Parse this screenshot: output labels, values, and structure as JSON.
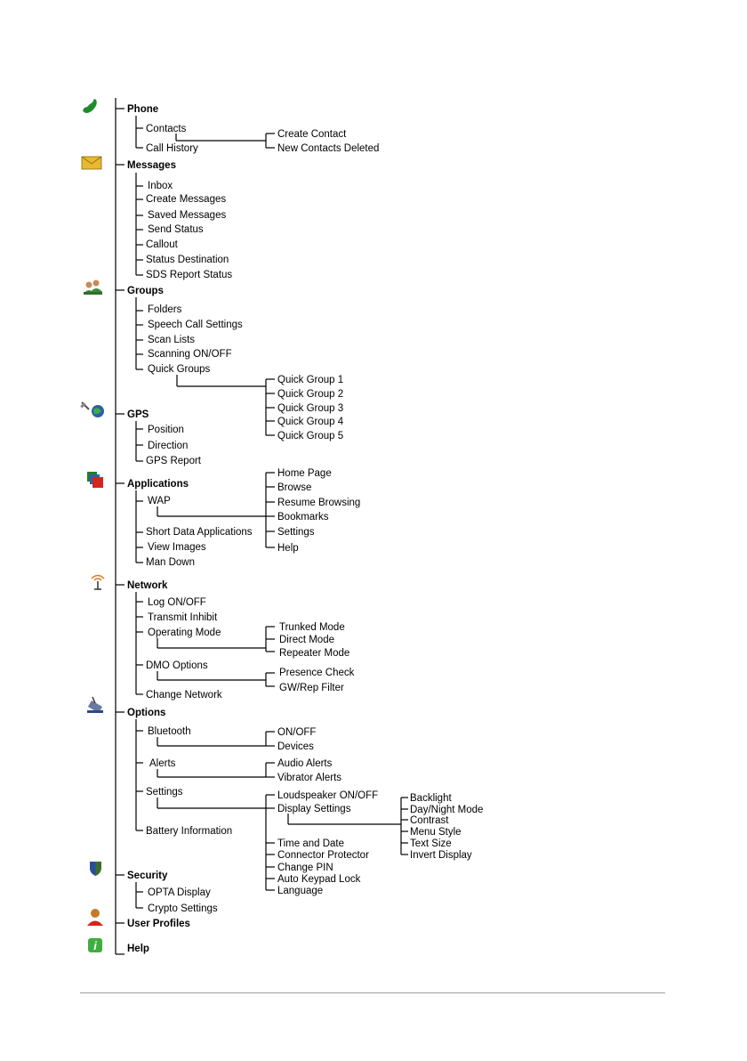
{
  "colors": {
    "phone": "#1f8a2a",
    "envelope": "#e8b92f",
    "gps": "#2a5fb0",
    "apps": "#d4241e",
    "network": "#e07a1a",
    "security": "#3a6d2a",
    "user": "#c47a2a",
    "help": "#3fae3f",
    "rule": "#a0a0a0"
  },
  "menu": [
    {
      "label": "Phone",
      "icon": "phone-icon",
      "items": [
        {
          "label": "Contacts",
          "sub": [
            "Create Contact",
            "New Contacts Deleted"
          ]
        },
        {
          "label": "Call History"
        }
      ]
    },
    {
      "label": "Messages",
      "icon": "envelope-icon",
      "items": [
        {
          "label": "Inbox"
        },
        {
          "label": "Create Messages"
        },
        {
          "label": "Saved Messages"
        },
        {
          "label": "Send Status"
        },
        {
          "label": "Callout"
        },
        {
          "label": "Status Destination"
        },
        {
          "label": "SDS Report Status"
        }
      ]
    },
    {
      "label": "Groups",
      "icon": "groups-icon",
      "items": [
        {
          "label": "Folders"
        },
        {
          "label": "Speech Call Settings"
        },
        {
          "label": "Scan Lists"
        },
        {
          "label": "Scanning ON/OFF"
        },
        {
          "label": "Quick Groups",
          "sub": [
            "Quick Group 1",
            "Quick Group 2",
            "Quick Group 3",
            "Quick Group 4",
            "Quick Group 5"
          ]
        }
      ]
    },
    {
      "label": "GPS",
      "icon": "gps-satellite-icon",
      "items": [
        {
          "label": "Position"
        },
        {
          "label": "Direction"
        },
        {
          "label": "GPS Report"
        }
      ]
    },
    {
      "label": "Applications",
      "icon": "applications-icon",
      "items": [
        {
          "label": "WAP",
          "sub": [
            "Home Page",
            "Browse",
            "Resume Browsing",
            "Bookmarks",
            "Settings",
            "Help"
          ]
        },
        {
          "label": "Short Data Applications"
        },
        {
          "label": "View Images"
        },
        {
          "label": "Man Down"
        }
      ]
    },
    {
      "label": "Network",
      "icon": "network-antenna-icon",
      "items": [
        {
          "label": "Log ON/OFF"
        },
        {
          "label": "Transmit Inhibit"
        },
        {
          "label": "Operating Mode",
          "sub": [
            "Trunked Mode",
            "Direct Mode",
            "Repeater Mode"
          ]
        },
        {
          "label": "DMO Options",
          "sub": [
            "Presence Check",
            "GW/Rep Filter"
          ]
        },
        {
          "label": "Change Network"
        }
      ]
    },
    {
      "label": "Options",
      "icon": "options-radio-icon",
      "items": [
        {
          "label": "Bluetooth",
          "sub": [
            "ON/OFF",
            "Devices"
          ]
        },
        {
          "label": "Alerts",
          "sub": [
            "Audio Alerts",
            "Vibrator Alerts"
          ]
        },
        {
          "label": "Settings",
          "sub": [
            "Loudspeaker ON/OFF",
            "Display Settings",
            "Time and Date",
            "Connector Protector",
            "Change PIN",
            "Auto Keypad Lock",
            "Language"
          ],
          "subsub": [
            "Backlight",
            "Day/Night Mode",
            "Contrast",
            "Menu Style",
            "Text Size",
            "Invert Display"
          ]
        },
        {
          "label": "Battery Information"
        }
      ]
    },
    {
      "label": "Security",
      "icon": "security-shield-icon",
      "items": [
        {
          "label": "OPTA Display"
        },
        {
          "label": "Crypto Settings"
        }
      ]
    },
    {
      "label": "User Profiles",
      "icon": "user-profile-icon",
      "items": []
    },
    {
      "label": "Help",
      "icon": "help-info-icon",
      "items": []
    }
  ]
}
